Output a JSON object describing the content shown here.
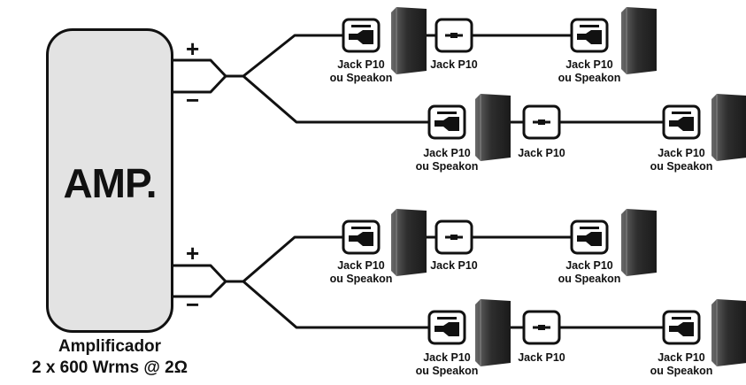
{
  "amplifier": {
    "label": "AMP.",
    "caption_line1": "Amplificador",
    "caption_line2": "2 x 600 Wrms @ 2Ω"
  },
  "channels": [
    {
      "plus": "+",
      "minus": "−",
      "branches": [
        {
          "labels": [
            "Jack P10\nou Speakon",
            "Jack P10",
            "Jack P10\nou Speakon"
          ]
        },
        {
          "labels": [
            "Jack P10\nou Speakon",
            "Jack P10",
            "Jack P10\nou Speakon"
          ]
        }
      ]
    },
    {
      "plus": "+",
      "minus": "−",
      "branches": [
        {
          "labels": [
            "Jack P10\nou Speakon",
            "Jack P10",
            "Jack P10\nou Speakon"
          ]
        },
        {
          "labels": [
            "Jack P10\nou Speakon",
            "Jack P10",
            "Jack P10\nou Speakon"
          ]
        }
      ]
    }
  ],
  "colors": {
    "line": "#111111",
    "amp_fill": "#e3e3e3",
    "speaker_dark": "#2e2e2e",
    "speaker_light": "#6a6a6a"
  }
}
